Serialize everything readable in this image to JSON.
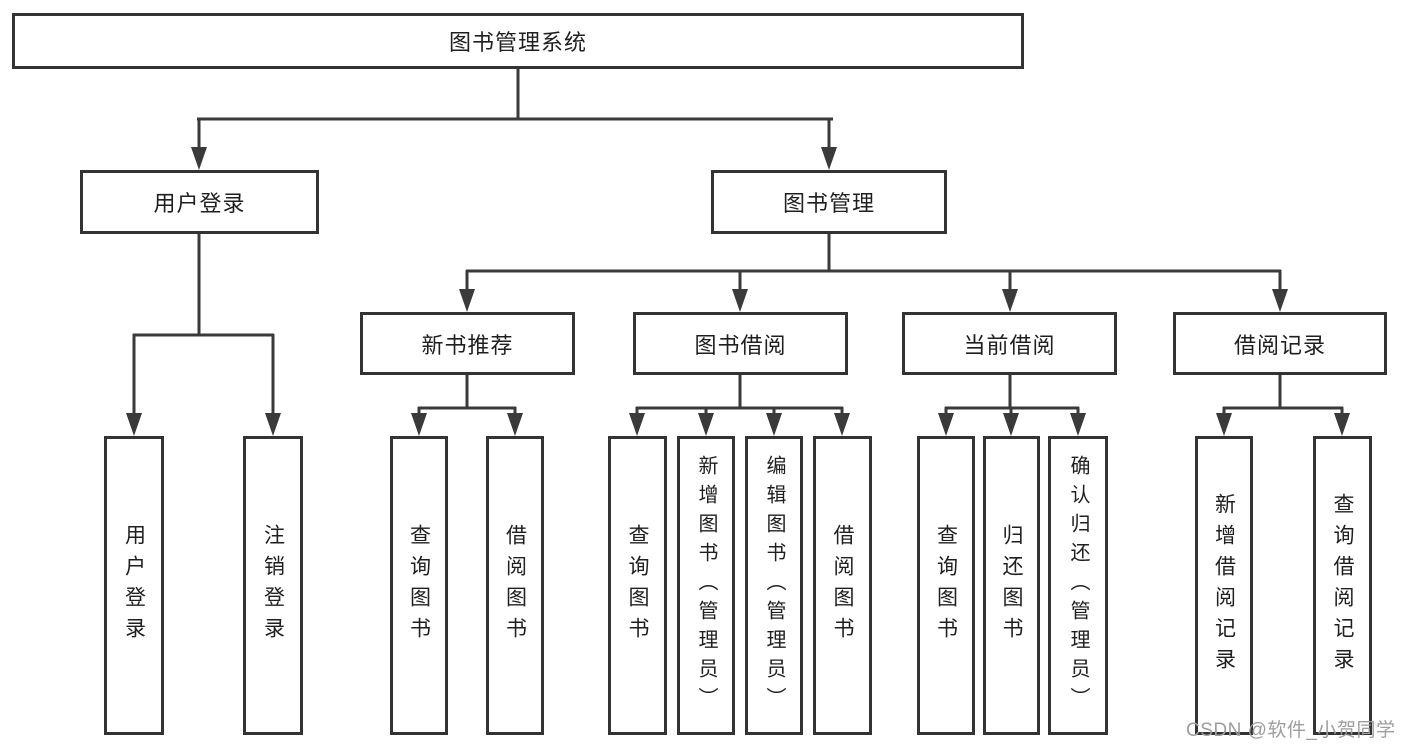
{
  "tree": {
    "root": {
      "label": "图书管理系统"
    },
    "branches": [
      {
        "label": "用户登录",
        "children": [
          {
            "label": "用户登录"
          },
          {
            "label": "注销登录"
          }
        ]
      },
      {
        "label": "图书管理",
        "children": [
          {
            "label": "新书推荐",
            "children": [
              {
                "label": "查询图书"
              },
              {
                "label": "借阅图书"
              }
            ]
          },
          {
            "label": "图书借阅",
            "children": [
              {
                "label": "查询图书"
              },
              {
                "label": "新增图书（管理员）"
              },
              {
                "label": "编辑图书（管理员）"
              },
              {
                "label": "借阅图书"
              }
            ]
          },
          {
            "label": "当前借阅",
            "children": [
              {
                "label": "查询图书"
              },
              {
                "label": "归还图书"
              },
              {
                "label": "确认归还（管理员）"
              }
            ]
          },
          {
            "label": "借阅记录",
            "children": [
              {
                "label": "新增借阅记录"
              },
              {
                "label": "查询借阅记录"
              }
            ]
          }
        ]
      }
    ]
  },
  "watermark": {
    "text": "CSDN @软件_小贺同学",
    "color": "#9e9e9e"
  },
  "style": {
    "line_color": "#3a3a3a",
    "box_border_color": "#333333"
  }
}
